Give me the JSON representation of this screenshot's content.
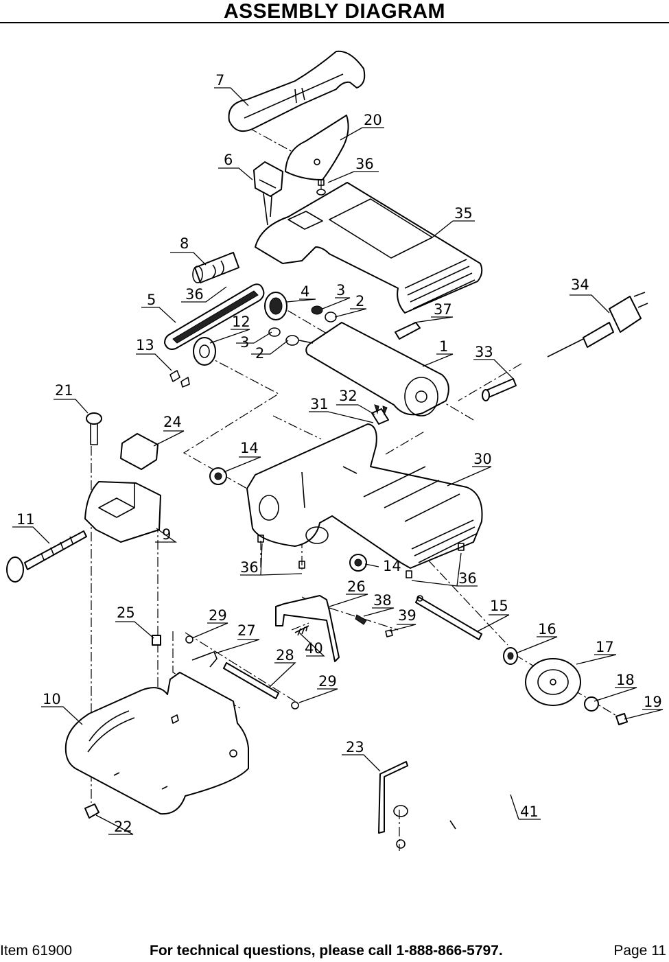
{
  "title": "ASSEMBLY DIAGRAM",
  "labels": [
    "7",
    "20",
    "6",
    "36",
    "35",
    "8",
    "36",
    "5",
    "4",
    "3",
    "2",
    "34",
    "12",
    "37",
    "3",
    "2",
    "13",
    "1",
    "33",
    "32",
    "31",
    "21",
    "24",
    "14",
    "30",
    "11",
    "9",
    "36",
    "14",
    "36",
    "26",
    "38",
    "39",
    "15",
    "25",
    "29",
    "27",
    "16",
    "17",
    "40",
    "28",
    "18",
    "29",
    "19",
    "10",
    "23",
    "41",
    "22"
  ],
  "footer": {
    "item": "Item 61900",
    "tech": "For technical questions, please call 1-888-866-5797.",
    "page": "Page 11"
  }
}
